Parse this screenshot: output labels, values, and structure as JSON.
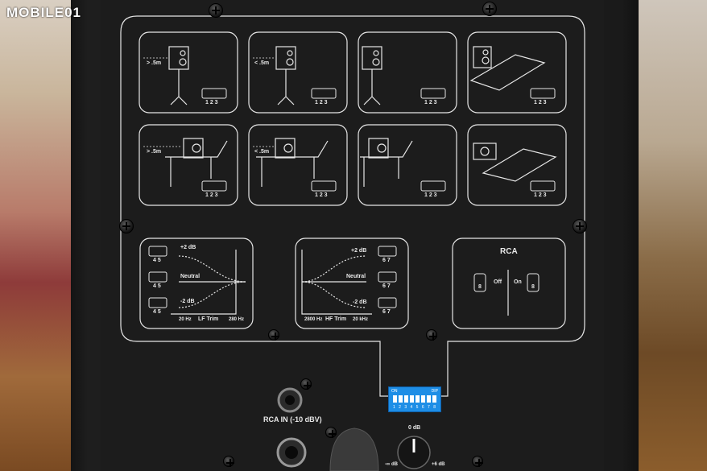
{
  "watermark": "MOBILE01",
  "scenarios": {
    "r1c1_dist": "> .5m",
    "r1c2_dist": "< .5m",
    "r2c1_dist": "> .5m",
    "r2c2_dist": "< .5m",
    "dip_nums": "1 2 3"
  },
  "lf_trim": {
    "title": "LF Trim",
    "plus": "+2 dB",
    "neutral": "Neutral",
    "minus": "-2 dB",
    "freq_low": "20 Hz",
    "freq_high": "280 Hz",
    "dip_nums": "4 5"
  },
  "hf_trim": {
    "title": "HF Trim",
    "plus": "+2 dB",
    "neutral": "Neutral",
    "minus": "-2 dB",
    "freq_low": "2800 Hz",
    "freq_high": "20 kHz",
    "dip_nums": "6 7"
  },
  "rca": {
    "title": "RCA",
    "off": "Off",
    "on": "On",
    "dip_num": "8"
  },
  "dip_switch": {
    "on_label": "ON",
    "dip_label": "DIP",
    "numbers": "1 2 3 4 5 6 7 8"
  },
  "inputs": {
    "rca_in": "RCA IN (-10 dBV)",
    "knob_top": "0 dB",
    "knob_left": "-∞ dB",
    "knob_right": "+6 dB"
  }
}
